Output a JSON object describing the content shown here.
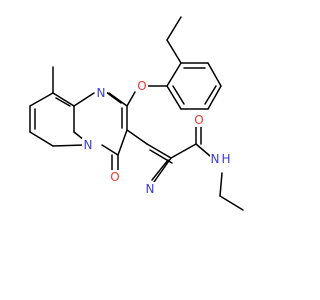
{
  "molecule": {
    "atoms": [
      {
        "id": "O_ether",
        "label": "O",
        "color": "#e8392f"
      },
      {
        "id": "N_ring",
        "label": "N",
        "color": "#3b3bd6"
      },
      {
        "id": "N_bridge",
        "label": "N",
        "color": "#3b3bd6"
      },
      {
        "id": "O_keto",
        "label": "O",
        "color": "#e8392f"
      },
      {
        "id": "O_amide",
        "label": "O",
        "color": "#e8392f"
      },
      {
        "id": "N_cyano",
        "label": "N",
        "color": "#3b3bd6"
      },
      {
        "id": "NH_amide",
        "label": "N",
        "color": "#3b3bd6"
      },
      {
        "id": "H_amide",
        "label": "H",
        "color": "#3b3bd6"
      }
    ],
    "bond_color": "#000000"
  }
}
